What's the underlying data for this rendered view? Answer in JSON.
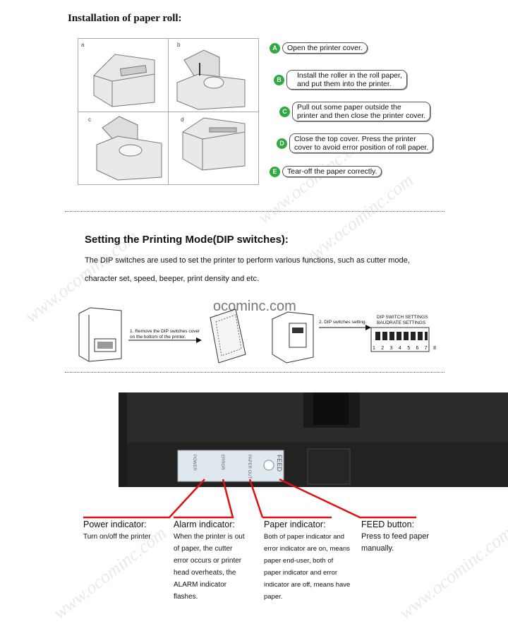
{
  "watermark": "www.ocominc.com",
  "site_watermark": "ocominc.com",
  "section1": {
    "title": "Installation of paper roll:",
    "photo_labels": [
      "a",
      "b",
      "c",
      "d"
    ],
    "steps": [
      {
        "letter": "A",
        "text": "Open the printer cover."
      },
      {
        "letter": "B",
        "text": "Install the roller in the roll paper,\nand put them into the printer."
      },
      {
        "letter": "C",
        "text": "Pull out some paper outside the\nprinter and then close the printer cover."
      },
      {
        "letter": "D",
        "text": "Close the top cover. Press the printer\ncover to avoid error position of roll paper."
      },
      {
        "letter": "E",
        "text": "Tear-off the paper correctly."
      }
    ],
    "step_color": "#2eaa3f"
  },
  "section2": {
    "title": "Setting the Printing Mode(DIP switches):",
    "line1": "The DIP switches are used to set the printer to perform various functions, such as cutter mode,",
    "line2": "character set, speed, beeper, print density and etc.",
    "note1": "1. Remove the DIP switches cover on the bottom of the printer.",
    "note2": "2. DIP switches setting.",
    "dip_title1": "DIP SWITCH SETTINGS",
    "dip_title2": "BAUDRATE SETTINGS",
    "dip_numbers": [
      "1",
      "2",
      "3",
      "4",
      "5",
      "6",
      "7",
      "8"
    ]
  },
  "panel": {
    "labels": [
      "POWER",
      "ERROR",
      "PAPER OUT",
      "FEED"
    ],
    "line_color": "#e01010"
  },
  "indicators": [
    {
      "title": "Power indicator:",
      "desc": [
        "Turn on/off the printer"
      ]
    },
    {
      "title": "Alarm indicator:",
      "desc": [
        "When the printer is out",
        "of paper, the cutter",
        "error occurs or printer",
        "head overheats, the",
        "ALARM indicator",
        "flashes."
      ]
    },
    {
      "title": "Paper indicator:",
      "desc": [
        "Both of paper indicator and",
        "error indicator are on, means",
        "paper end-user, both of",
        "paper indicator and error",
        "indicator are off, means have",
        "paper."
      ]
    },
    {
      "title": "FEED button:",
      "desc": [
        "Press to feed paper",
        "manually."
      ]
    }
  ]
}
